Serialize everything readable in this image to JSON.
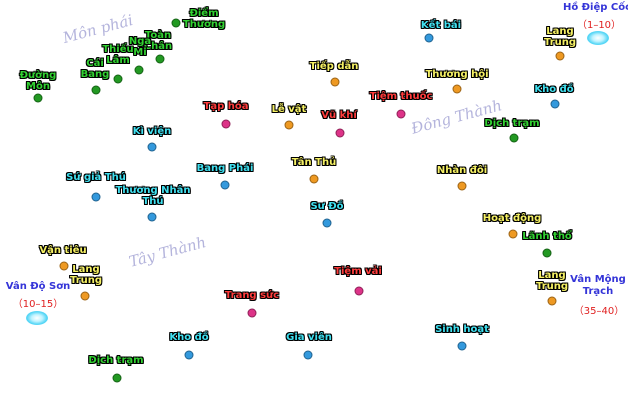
{
  "colors": {
    "green": "#32d232",
    "cyan": "#40e0f0",
    "yellow": "#f5f064",
    "red": "#ff3c3c",
    "portal_blue": "#3535d8",
    "range_red": "#e02020",
    "region_text": "#b4b4dc",
    "dot_green": "#229922",
    "dot_blue": "#3399dd",
    "dot_orange": "#ee9922",
    "dot_pink": "#dd3388"
  },
  "regions": [
    "Môn phái",
    "Đông Thành",
    "Tây Thành"
  ],
  "portals": [
    {
      "name": "Hồ Điệp Cốc",
      "range": "（1–10）"
    },
    {
      "name": "Vân Độ Sơn",
      "range": "（10–15）"
    },
    {
      "name": "Vân Mộng\nTrạch",
      "range": "（35–40）"
    }
  ],
  "places": [
    {
      "label": "Điểm\nThương",
      "color": "green",
      "dot": "dot_green"
    },
    {
      "label": "Toàn\nChân",
      "color": "green",
      "dot": "dot_green"
    },
    {
      "label": "Nga\nMi",
      "color": "green",
      "dot": "dot_green"
    },
    {
      "label": "Thiếu\nLâm",
      "color": "green",
      "dot": "dot_green"
    },
    {
      "label": "Cái\nBang",
      "color": "green",
      "dot": "dot_green"
    },
    {
      "label": "Đường\nMôn",
      "color": "green",
      "dot": "dot_green"
    },
    {
      "label": "Kết bái",
      "color": "cyan",
      "dot": "dot_blue"
    },
    {
      "label": "Lang\nTrung",
      "color": "yellow",
      "dot": "dot_orange"
    },
    {
      "label": "Tiếp dẫn",
      "color": "yellow",
      "dot": "dot_orange"
    },
    {
      "label": "Thương hội",
      "color": "yellow",
      "dot": "dot_orange"
    },
    {
      "label": "Kho đồ",
      "color": "cyan",
      "dot": "dot_blue"
    },
    {
      "label": "Tạp hóa",
      "color": "red",
      "dot": "dot_pink"
    },
    {
      "label": "Lễ vật",
      "color": "yellow",
      "dot": "dot_orange"
    },
    {
      "label": "Vũ khí",
      "color": "red",
      "dot": "dot_pink"
    },
    {
      "label": "Tiệm thuốc",
      "color": "red",
      "dot": "dot_pink"
    },
    {
      "label": "Kì viện",
      "color": "cyan",
      "dot": "dot_blue"
    },
    {
      "label": "Dịch trạm",
      "color": "green",
      "dot": "dot_green"
    },
    {
      "label": "Bang Phái",
      "color": "cyan",
      "dot": "dot_blue"
    },
    {
      "label": "Tân Thủ",
      "color": "yellow",
      "dot": "dot_orange"
    },
    {
      "label": "Nhàn đôi",
      "color": "yellow",
      "dot": "dot_orange"
    },
    {
      "label": "Sứ giả Thú",
      "color": "cyan",
      "dot": "dot_blue"
    },
    {
      "label": "Thương Nhân\nThú",
      "color": "cyan",
      "dot": "dot_blue"
    },
    {
      "label": "Sư Đồ",
      "color": "cyan",
      "dot": "dot_blue"
    },
    {
      "label": "Hoạt động",
      "color": "yellow",
      "dot": "dot_orange"
    },
    {
      "label": "Lãnh thổ",
      "color": "green",
      "dot": "dot_green"
    },
    {
      "label": "Vận tiêu",
      "color": "yellow",
      "dot": "dot_orange"
    },
    {
      "label": "Lang\nTrung",
      "color": "yellow",
      "dot": "dot_orange"
    },
    {
      "label": "Tiệm vải",
      "color": "red",
      "dot": "dot_pink"
    },
    {
      "label": "Lang\nTrung",
      "color": "yellow",
      "dot": "dot_orange"
    },
    {
      "label": "Trang sức",
      "color": "red",
      "dot": "dot_pink"
    },
    {
      "label": "Kho đồ",
      "color": "cyan",
      "dot": "dot_blue"
    },
    {
      "label": "Gia viên",
      "color": "cyan",
      "dot": "dot_blue"
    },
    {
      "label": "Sinh hoạt",
      "color": "cyan",
      "dot": "dot_blue"
    },
    {
      "label": "Dịch trạm",
      "color": "green",
      "dot": "dot_green"
    }
  ]
}
